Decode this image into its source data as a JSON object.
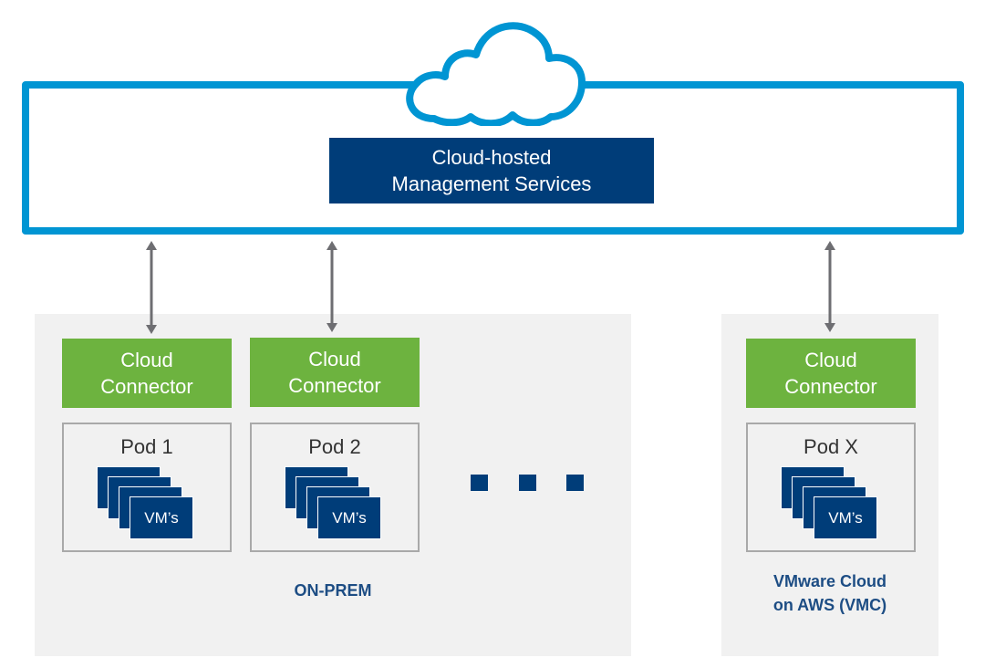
{
  "colors": {
    "cloud_blue": "#0095d3",
    "navy": "#003d79",
    "connector_green": "#6db33f",
    "region_gray": "#f1f1f1",
    "arrow_gray": "#6e6e72",
    "label_blue": "#1d4d84"
  },
  "cloud": {
    "icon": "cloud-icon",
    "management_services": {
      "line1": "Cloud-hosted",
      "line2": "Management Services"
    }
  },
  "regions": {
    "onprem": {
      "label": "ON-PREM",
      "pods": [
        {
          "connector_line1": "Cloud",
          "connector_line2": "Connector",
          "pod_title": "Pod 1",
          "vm_label": "VM’s"
        },
        {
          "connector_line1": "Cloud",
          "connector_line2": "Connector",
          "pod_title": "Pod 2",
          "vm_label": "VM’s"
        }
      ],
      "ellipsis_icon": "more-pods-ellipsis-icon"
    },
    "vmc": {
      "label_line1": "VMware Cloud",
      "label_line2": "on AWS (VMC)",
      "pods": [
        {
          "connector_line1": "Cloud",
          "connector_line2": "Connector",
          "pod_title": "Pod X",
          "vm_label": "VM’s"
        }
      ]
    }
  },
  "connections": [
    {
      "from": "Cloud-hosted Management Services",
      "to": "Pod 1 Cloud Connector",
      "direction": "bidirectional"
    },
    {
      "from": "Cloud-hosted Management Services",
      "to": "Pod 2 Cloud Connector",
      "direction": "bidirectional"
    },
    {
      "from": "Cloud-hosted Management Services",
      "to": "Pod X Cloud Connector",
      "direction": "bidirectional"
    }
  ]
}
